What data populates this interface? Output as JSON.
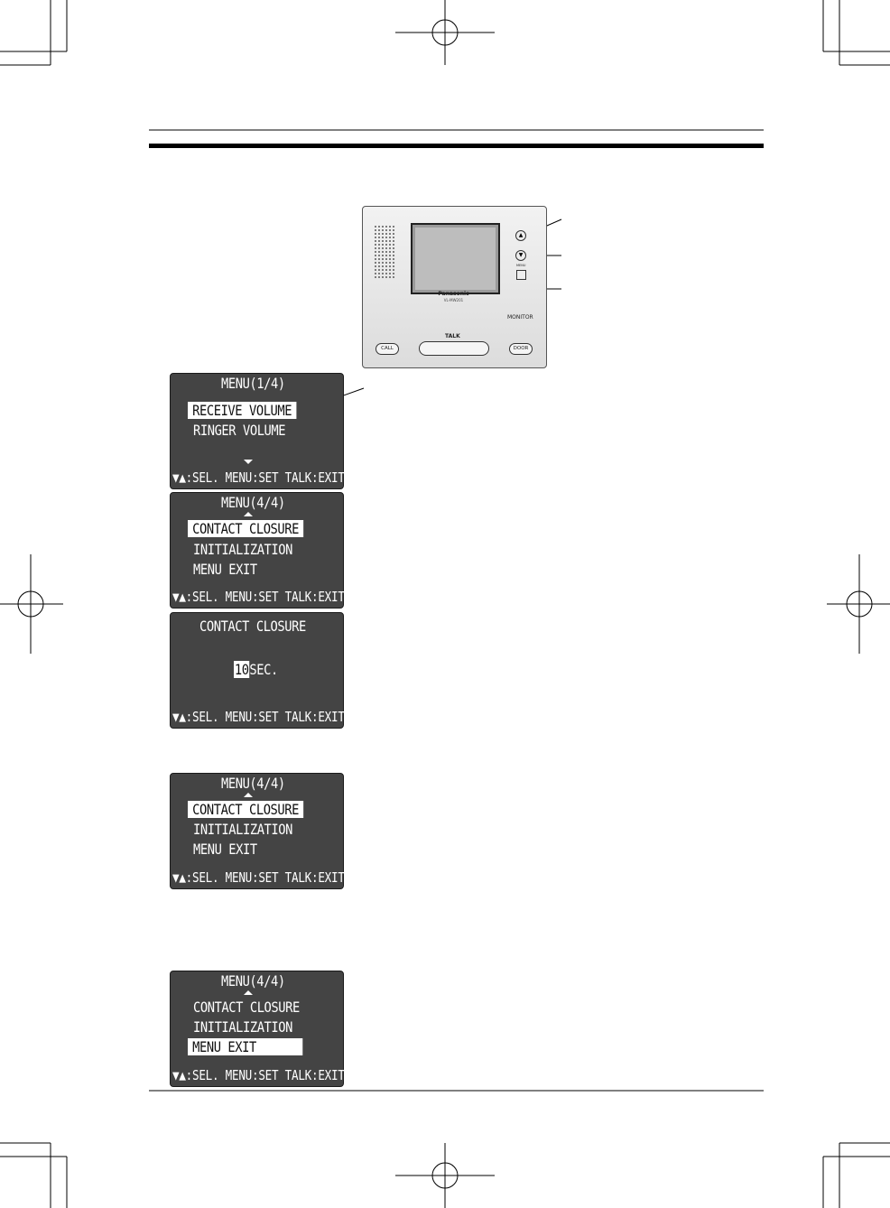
{
  "device": {
    "brand": "Panasonic",
    "model": "VL-MW201",
    "monitor_label": "MONITOR",
    "talk_label": "TALK",
    "call_label": "CALL",
    "door_label": "DOOR",
    "menu_label": "MENU"
  },
  "screens": [
    {
      "title": "MENU(1/4)",
      "items": [
        "RECEIVE VOLUME",
        "RINGER VOLUME"
      ],
      "selected_index": 0,
      "footer": "▼▲:SEL. MENU:SET TALK:EXIT"
    },
    {
      "title": "MENU(4/4)",
      "items": [
        "CONTACT CLOSURE",
        "INITIALIZATION",
        "MENU EXIT"
      ],
      "selected_index": 0,
      "footer": "▼▲:SEL. MENU:SET TALK:EXIT"
    },
    {
      "title": "CONTACT CLOSURE",
      "value": "10",
      "unit": "SEC.",
      "footer": "▼▲:SEL. MENU:SET TALK:EXIT"
    },
    {
      "title": "MENU(4/4)",
      "items": [
        "CONTACT CLOSURE",
        "INITIALIZATION",
        "MENU EXIT"
      ],
      "selected_index": 0,
      "footer": "▼▲:SEL. MENU:SET TALK:EXIT"
    },
    {
      "title": "MENU(4/4)",
      "items": [
        "CONTACT CLOSURE",
        "INITIALIZATION",
        "MENU EXIT"
      ],
      "selected_index": 2,
      "footer": "▼▲:SEL. MENU:SET TALK:EXIT"
    }
  ]
}
